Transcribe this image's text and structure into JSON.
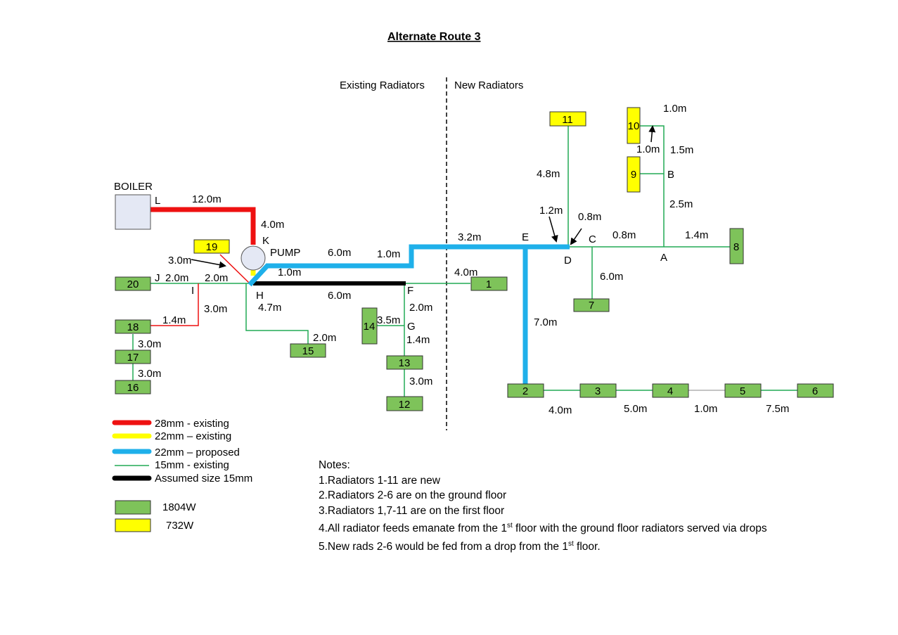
{
  "title": "Alternate Route 3",
  "sections": {
    "existing": "Existing Radiators",
    "new": "New Radiators"
  },
  "boiler_label": "BOILER",
  "pump_label": "PUMP",
  "colors": {
    "pipe_28mm_existing": "#ee1111",
    "pipe_22mm_existing": "#ffff00",
    "pipe_22mm_proposed": "#1fb0ea",
    "pipe_15mm_existing": "#22aa55",
    "pipe_assumed_15mm": "#000000",
    "radiator_1804w": "#7ec35a",
    "radiator_732w": "#ffff00"
  },
  "radiators": [
    {
      "id": "1",
      "label": "1",
      "type": "1804W"
    },
    {
      "id": "2",
      "label": "2",
      "type": "1804W"
    },
    {
      "id": "3",
      "label": "3",
      "type": "1804W"
    },
    {
      "id": "4",
      "label": "4",
      "type": "1804W"
    },
    {
      "id": "5",
      "label": "5",
      "type": "1804W"
    },
    {
      "id": "6",
      "label": "6",
      "type": "1804W"
    },
    {
      "id": "7",
      "label": "7",
      "type": "1804W"
    },
    {
      "id": "8",
      "label": "8",
      "type": "1804W"
    },
    {
      "id": "9",
      "label": "9",
      "type": "732W"
    },
    {
      "id": "10",
      "label": "10",
      "type": "732W"
    },
    {
      "id": "11",
      "label": "11",
      "type": "732W"
    },
    {
      "id": "12",
      "label": "12",
      "type": "1804W"
    },
    {
      "id": "13",
      "label": "13",
      "type": "1804W"
    },
    {
      "id": "14",
      "label": "14",
      "type": "1804W"
    },
    {
      "id": "15",
      "label": "15",
      "type": "1804W"
    },
    {
      "id": "16",
      "label": "16",
      "type": "1804W"
    },
    {
      "id": "17",
      "label": "17",
      "type": "1804W"
    },
    {
      "id": "18",
      "label": "18",
      "type": "1804W"
    },
    {
      "id": "19",
      "label": "19",
      "type": "732W"
    },
    {
      "id": "20",
      "label": "20",
      "type": "1804W"
    }
  ],
  "nodes": {
    "A": "A",
    "B": "B",
    "C": "C",
    "D": "D",
    "E": "E",
    "F": "F",
    "G": "G",
    "H": "H",
    "I": "I",
    "J": "J",
    "K": "K",
    "L": "L"
  },
  "distances": {
    "boiler_to_k": "12.0m",
    "k_down": "4.0m",
    "to_19": "3.0m",
    "j_left": "2.0m",
    "j_right": "2.0m",
    "i_down": "3.0m",
    "to_18": "1.4m",
    "r18_r17": "3.0m",
    "r17_r16": "3.0m",
    "h_down": "4.7m",
    "to_15": "2.0m",
    "pump_right": "6.0m",
    "blue_step": "1.0m",
    "h_diag": "1.0m",
    "black_run": "6.0m",
    "f_to_1": "4.0m",
    "f_down": "2.0m",
    "g_to_14": "3.5m",
    "g_down": "1.4m",
    "r13_r12": "3.0m",
    "blue_to_e": "3.2m",
    "e_down": "7.0m",
    "d_arrow": "1.2m",
    "d_c_arrow": "0.8m",
    "to_11": "4.8m",
    "c_a": "0.8m",
    "a_8": "1.4m",
    "c_down": "6.0m",
    "a_b": "2.5m",
    "b_top": "1.5m",
    "top_10": "1.0m",
    "r10_arrow": "1.0m",
    "r2_r3": "4.0m",
    "r3_r4": "5.0m",
    "r4_r5": "1.0m",
    "r5_r6": "7.5m"
  },
  "legend": {
    "pipes": [
      {
        "label": "28mm - existing",
        "color": "#ee1111",
        "kind": "thick"
      },
      {
        "label": "22mm – existing",
        "color": "#ffff00",
        "kind": "thick"
      },
      {
        "label": "22mm – proposed",
        "color": "#1fb0ea",
        "kind": "thick"
      },
      {
        "label": "15mm - existing",
        "color": "#22aa55",
        "kind": "thin"
      },
      {
        "label": "Assumed size 15mm",
        "color": "#000000",
        "kind": "thick"
      }
    ],
    "radiators": [
      {
        "label": "1804W",
        "color": "#7ec35a"
      },
      {
        "label": "732W",
        "color": "#ffff00"
      }
    ]
  },
  "notes": {
    "heading": "Notes:",
    "n1": "1.Radiators 1-11 are new",
    "n2": "2.Radiators 2-6 are on the ground floor",
    "n3": "3.Radiators 1,7-11 are on the first floor",
    "n4_a": "4.All radiator feeds emanate from the 1",
    "n4_sup": "st",
    "n4_b": " floor with the ground floor radiators served via drops",
    "n5_a": "5.New rads 2-6 would be fed from a drop from the 1",
    "n5_sup": "st",
    "n5_b": " floor."
  }
}
